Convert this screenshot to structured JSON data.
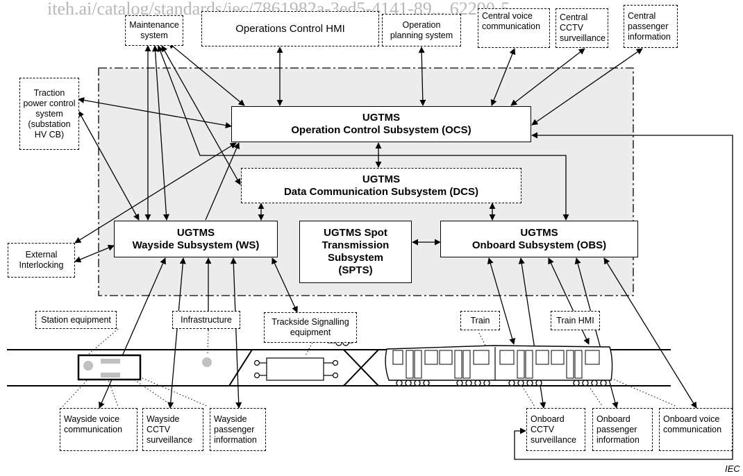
{
  "header": {
    "watermark": "iteh.ai/catalog/standards/iec/7861982a-3ed5-4141-89... 62290-5"
  },
  "colors": {
    "system_area": "#ececec",
    "lines": "#000000",
    "circles": "#c0c0c0",
    "watermark": "#b8b8b8"
  },
  "subsystems": {
    "ocs": "UGTMS\nOperation Control Subsystem (OCS)",
    "dcs": "UGTMS\nData Communication Subsystem (DCS)",
    "ws": "UGTMS\nWayside Subsystem (WS)",
    "spts": "UGTMS Spot\nTransmission\nSubsystem\n(SPTS)",
    "obs": "UGTMS\nOnboard Subsystem (OBS)"
  },
  "external": {
    "maintenance": "Maintenance\nsystem",
    "operations_hmi": "Operations Control HMI",
    "operation_planning": "Operation\nplanning system",
    "central_voice": "Central voice\ncommunication",
    "central_cctv": "Central\nCCTV\nsurveillance",
    "central_passenger": "Central\npassenger\ninformation",
    "traction_power": "Traction\npower control\nsystem\n(substation\nHV CB)",
    "external_interlocking": "External\nInterlocking",
    "station_equipment": "Station equipment",
    "infrastructure": "Infrastructure",
    "trackside_signalling": "Trackside Signalling\nequipment",
    "train": "Train",
    "train_hmi": "Train HMI",
    "wayside_voice": "Wayside voice\ncommunication",
    "wayside_cctv": "Wayside\nCCTV\nsurveillance",
    "wayside_passenger": "Wayside\npassenger\ninformation",
    "onboard_cctv": "Onboard\nCCTV\nsurveillance",
    "onboard_passenger": "Onboard\npassenger\ninformation",
    "onboard_voice": "Onboard voice\ncommunication"
  },
  "footer": {
    "credit": "IEC"
  }
}
